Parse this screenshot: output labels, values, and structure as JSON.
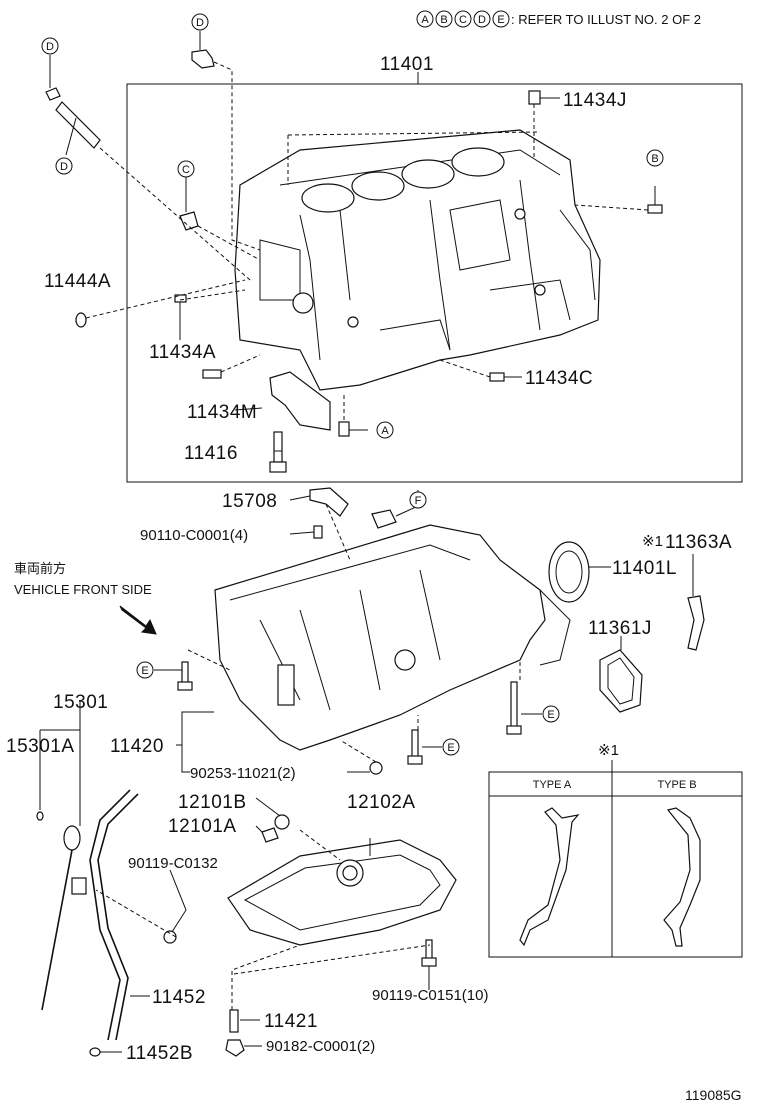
{
  "header": {
    "circles": [
      "A",
      "B",
      "C",
      "D",
      "E"
    ],
    "refer_text": ": REFER TO ILLUST NO. 2 OF 2"
  },
  "labels": {
    "p11401": "11401",
    "p11434J": "11434J",
    "p11444A": "11444A",
    "p11434A": "11434A",
    "p11434C": "11434C",
    "p11434M": "11434M",
    "p11416": "11416",
    "p15708": "15708",
    "p90110": "90110-C0001(4)",
    "p11363A": "11363A",
    "p11363A_mark": "※1",
    "p11401L": "11401L",
    "p11361J": "11361J",
    "p15301": "15301",
    "p15301A": "15301A",
    "p11420": "11420",
    "p90253": "90253-11021(2)",
    "p12101B": "12101B",
    "p12101A": "12101A",
    "p12102A": "12102A",
    "p90119_0132": "90119-C0132",
    "p11452": "11452",
    "p11452B": "11452B",
    "p11421": "11421",
    "p90182": "90182-C0001(2)",
    "p90119_0151": "90119-C0151(10)"
  },
  "callouts": {
    "D1": "D",
    "D2": "D",
    "D3": "D",
    "C": "C",
    "B": "B",
    "A": "A",
    "F": "F",
    "E1": "E",
    "E2": "E",
    "E3": "E"
  },
  "vehicle_front": {
    "jp": "車両前方",
    "en": "VEHICLE FRONT SIDE"
  },
  "type_box": {
    "mark": "※1",
    "type_a": "TYPE A",
    "type_b": "TYPE B"
  },
  "illustration_no": "119085G"
}
